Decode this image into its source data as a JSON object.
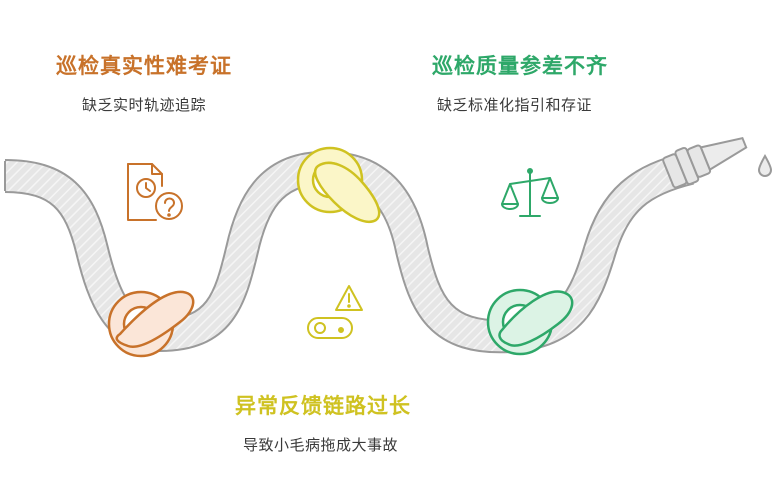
{
  "colors": {
    "orange": "#c8722a",
    "green": "#2ea869",
    "yellow": "#cfc221",
    "pipe_fill": "#e8e8e8",
    "pipe_stroke": "#9a9a9a"
  },
  "sections": [
    {
      "id": "record",
      "title": "巡检真实性难考证",
      "desc": "缺乏实时轨迹追踪",
      "color": "#c8722a",
      "icon": "clock-question-document-icon"
    },
    {
      "id": "quality",
      "title": "巡检质量参差不齐",
      "desc": "缺乏标准化指引和存证",
      "color": "#2ea869",
      "icon": "balance-scale-icon"
    },
    {
      "id": "feedback",
      "title": "异常反馈链路过长",
      "desc": "导致小毛病拖成大事故",
      "color": "#cfc221",
      "icon": "warning-toggle-icon"
    }
  ]
}
